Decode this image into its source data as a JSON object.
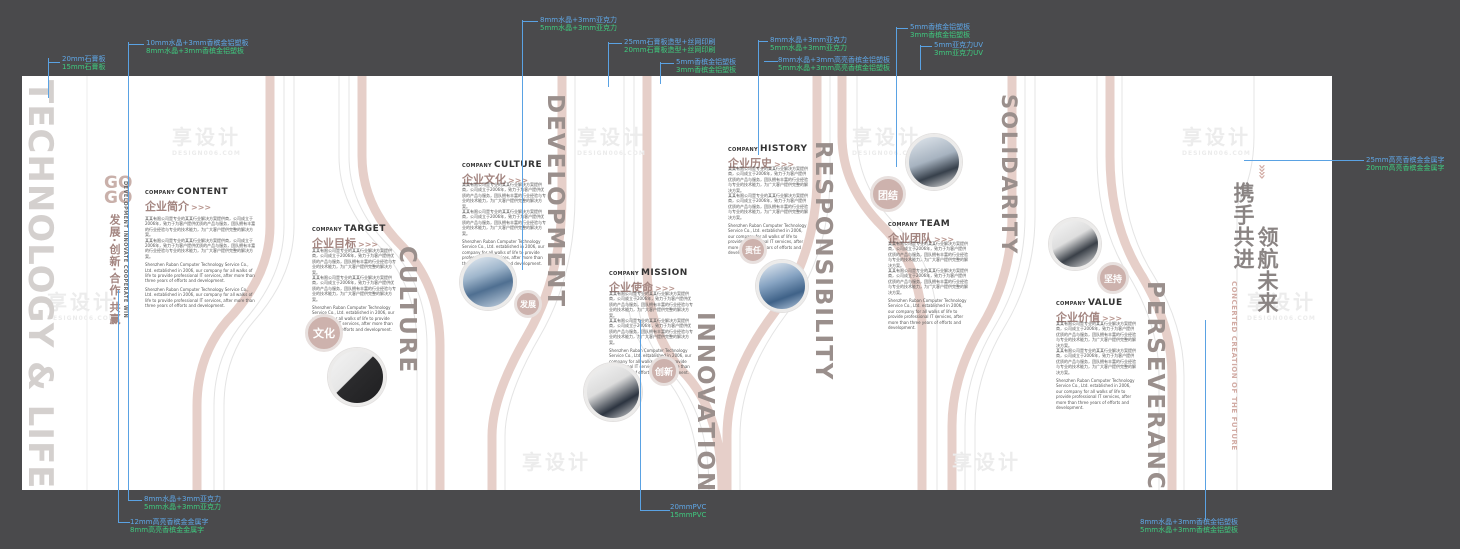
{
  "side_title": "TECHNOLOGY & LIFE",
  "gogo": {
    "line1": "GO",
    "line2": "GO",
    "cn": "发展·创新·合作·共赢",
    "en": "DEVELOPMENT INNOVATE COOPERATE WIN"
  },
  "vertical_words": {
    "culture": "CULTURE",
    "development": "DEVELOPMENT",
    "innovation": "INNOVATION",
    "responsibility": "RESPONSIBILITY",
    "solidarity": "SOLIDARITY",
    "perseverance": "PERSEVERANCE",
    "future_en": "CONCERTED CREATION OF THE FUTURE"
  },
  "slogan": {
    "col1": "携手共进",
    "col2": "领航未来",
    "arrows": "››››"
  },
  "sections": {
    "content": {
      "en_small": "COMPANY",
      "en": "CONTENT",
      "cn": "企业简介",
      "arrows": ">>>"
    },
    "target": {
      "en_small": "COMPANY",
      "en": "TARGET",
      "cn": "企业目标",
      "arrows": ">>>"
    },
    "culture": {
      "en_small": "COMPANY",
      "en": "CULTURE",
      "cn": "企业文化",
      "arrows": ">>>"
    },
    "mission": {
      "en_small": "COMPANY",
      "en": "MISSION",
      "cn": "企业使命",
      "arrows": ">>>"
    },
    "history": {
      "en_small": "COMPANY",
      "en": "HISTORY",
      "cn": "企业历史",
      "arrows": ">>>"
    },
    "team": {
      "en_small": "COMPANY",
      "en": "TEAM",
      "cn": "企业团队",
      "arrows": ">>>"
    },
    "value": {
      "en_small": "COMPANY",
      "en": "VALUE",
      "cn": "企业价值",
      "arrows": ">>>"
    }
  },
  "body": {
    "cn": "某某有限公司是专业的某某行业解决方案提供商，公司成立于2006年，致力于为客户提供优质的产品与服务，团队拥有丰富的行业经验与专业的技术能力，为广大客户提供完整的解决方案。",
    "en": "Shenzhen Ruban Computer Technology Service Co., Ltd. established in 2006, our company for all walks of life to provide professional IT services, after more than three years of efforts and development."
  },
  "badges": {
    "culture": "文化",
    "develop": "发展",
    "innovate": "创新",
    "duty": "责任",
    "unite": "团结",
    "persist": "坚持"
  },
  "annotations": [
    {
      "l1": "20mm石膏板",
      "l2": "15mm石膏板"
    },
    {
      "l1": "10mm水晶+3mm香槟金铝塑板",
      "l2": "8mm水晶+3mm香槟金铝塑板"
    },
    {
      "l1": "8mm水晶+3mm亚克力",
      "l2": "5mm水晶+3mm亚克力"
    },
    {
      "l1": "25mm石膏板造型+丝网印刷",
      "l2": "20mm石膏板造型+丝网印刷"
    },
    {
      "l1": "5mm香槟金铝塑板",
      "l2": "3mm香槟金铝塑板"
    },
    {
      "l1": "8mm水晶+3mm亚克力",
      "l2": "5mm水晶+3mm亚克力"
    },
    {
      "l1": "8mm水晶+3mm高亮香槟金铝塑板",
      "l2": "5mm水晶+3mm高亮香槟金铝塑板"
    },
    {
      "l1": "5mm香槟金铝塑板",
      "l2": "3mm香槟金铝塑板"
    },
    {
      "l1": "5mm亚克力UV",
      "l2": "3mm亚克力UV"
    },
    {
      "l1": "25mm高亮香槟金金属字",
      "l2": "20mm高亮香槟金金属字"
    },
    {
      "l1": "8mm水晶+3mm亚克力",
      "l2": "5mm水晶+3mm亚克力"
    },
    {
      "l1": "12mm高亮香槟金金属字",
      "l2": "8mm高亮香槟金金属字"
    },
    {
      "l1": "20mmPVC",
      "l2": "15mmPVC"
    },
    {
      "l1": "8mm水晶+3mm香槟金铝塑板",
      "l2": "5mm水晶+3mm香槟金铝塑板"
    }
  ],
  "watermark": {
    "cn": "享设计",
    "en": "DESIGN006.COM"
  },
  "colors": {
    "background": "#4a4a4c",
    "board": "#ffffff",
    "rose": "#d9c0ba",
    "stripe": "#e8d6d1",
    "text_grey": "#9a8f8c",
    "anno_blue": "#5fa7e6",
    "anno_green": "#3fca7f"
  }
}
